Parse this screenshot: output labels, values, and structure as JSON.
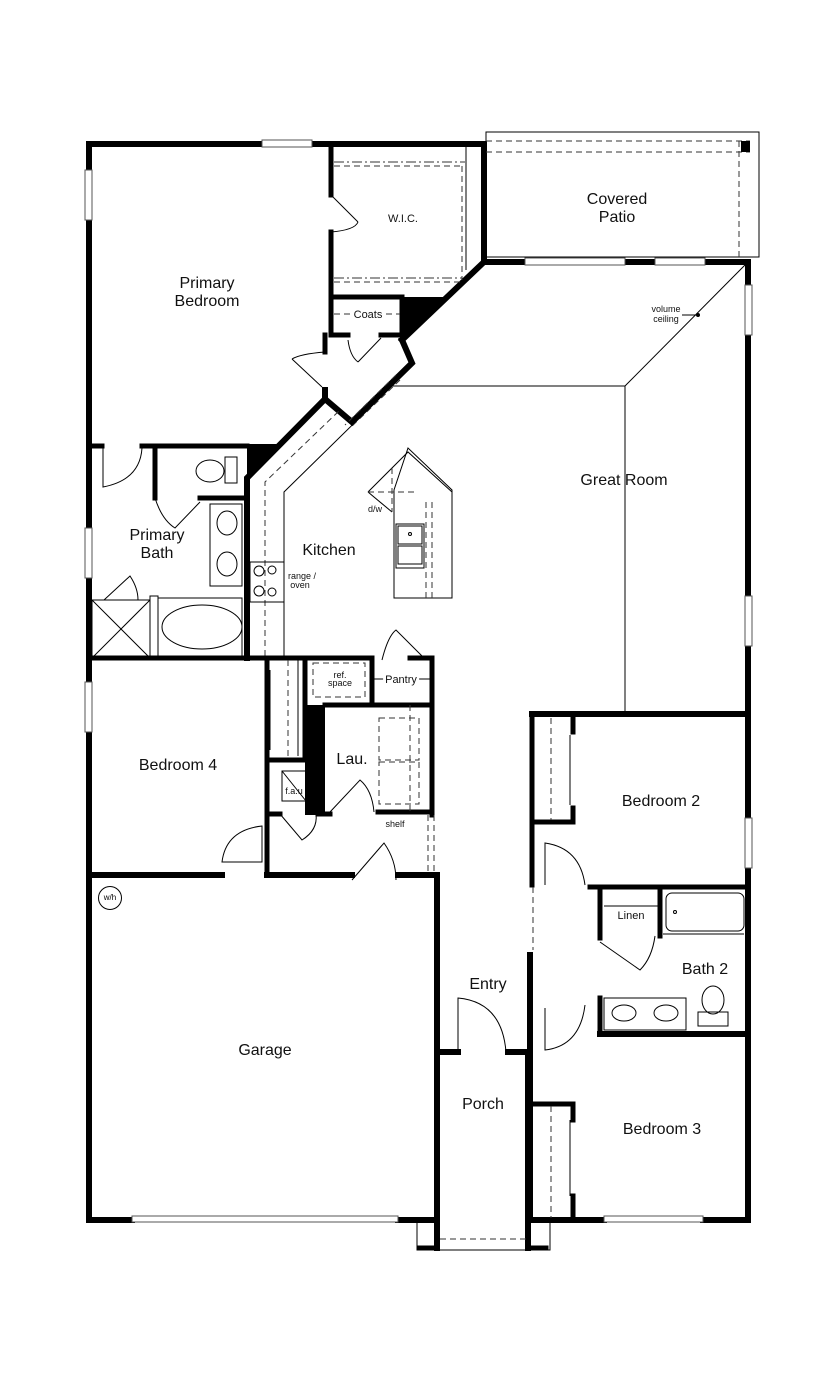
{
  "floor_plan": {
    "rooms": {
      "primary_bedroom": "Primary\nBedroom",
      "primary_bedroom_line1": "Primary",
      "primary_bedroom_line2": "Bedroom",
      "wic": "W.I.C.",
      "coats": "Coats",
      "covered_patio_line1": "Covered",
      "covered_patio_line2": "Patio",
      "great_room": "Great Room",
      "kitchen": "Kitchen",
      "primary_bath_line1": "Primary",
      "primary_bath_line2": "Bath",
      "bedroom_4": "Bedroom 4",
      "laundry": "Lau.",
      "pantry": "Pantry",
      "bedroom_2": "Bedroom 2",
      "linen": "Linen",
      "bath_2": "Bath 2",
      "entry": "Entry",
      "garage": "Garage",
      "porch": "Porch",
      "bedroom_3": "Bedroom 3"
    },
    "annotations": {
      "volume_ceiling_line1": "volume",
      "volume_ceiling_line2": "ceiling",
      "dishwasher": "d/w",
      "range_oven_line1": "range /",
      "range_oven_line2": "oven",
      "ref_space_line1": "ref.",
      "ref_space_line2": "space",
      "fau": "f.a.u",
      "shelf": "shelf",
      "water_heater": "w/h"
    },
    "colors": {
      "wall": "#000000",
      "background": "#ffffff",
      "fixture_line": "#333333"
    }
  }
}
